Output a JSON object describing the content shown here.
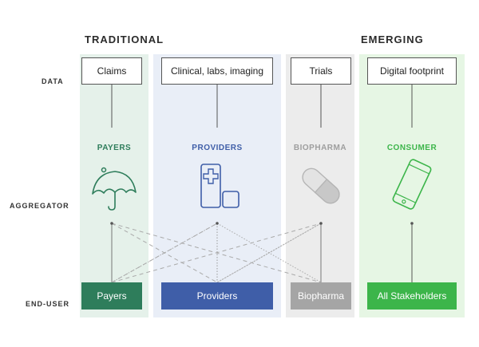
{
  "headers": {
    "traditional": "TRADITIONAL",
    "emerging": "EMERGING"
  },
  "rows": {
    "data": "DATA",
    "aggregator": "AGGREGATOR",
    "end_user": "END-USER"
  },
  "columns": [
    {
      "data": "Claims",
      "aggregator": "PAYERS",
      "end_user": "Payers",
      "icon": "umbrella-icon",
      "accent": "#2e7d5b"
    },
    {
      "data": "Clinical, labs, imaging",
      "aggregator": "PROVIDERS",
      "end_user": "Providers",
      "icon": "medical-device-icon",
      "accent": "#3f5ea8"
    },
    {
      "data": "Trials",
      "aggregator": "BIOPHARMA",
      "end_user": "Biopharma",
      "icon": "pill-icon",
      "accent": "#9e9e9e"
    },
    {
      "data": "Digital footprint",
      "aggregator": "CONSUMER",
      "end_user": "All Stakeholders",
      "icon": "smartphone-icon",
      "accent": "#3cb54a"
    }
  ],
  "colors": {
    "payers_bg": "#e5f1ea",
    "providers_bg": "#e9eef7",
    "biopharma_bg": "#ececec",
    "consumer_bg": "#e6f6e4",
    "payers_box": "#2e7d5b",
    "providers_box": "#3f5ea8",
    "biopharma_box": "#a5a5a5",
    "consumer_box": "#3cb54a"
  }
}
